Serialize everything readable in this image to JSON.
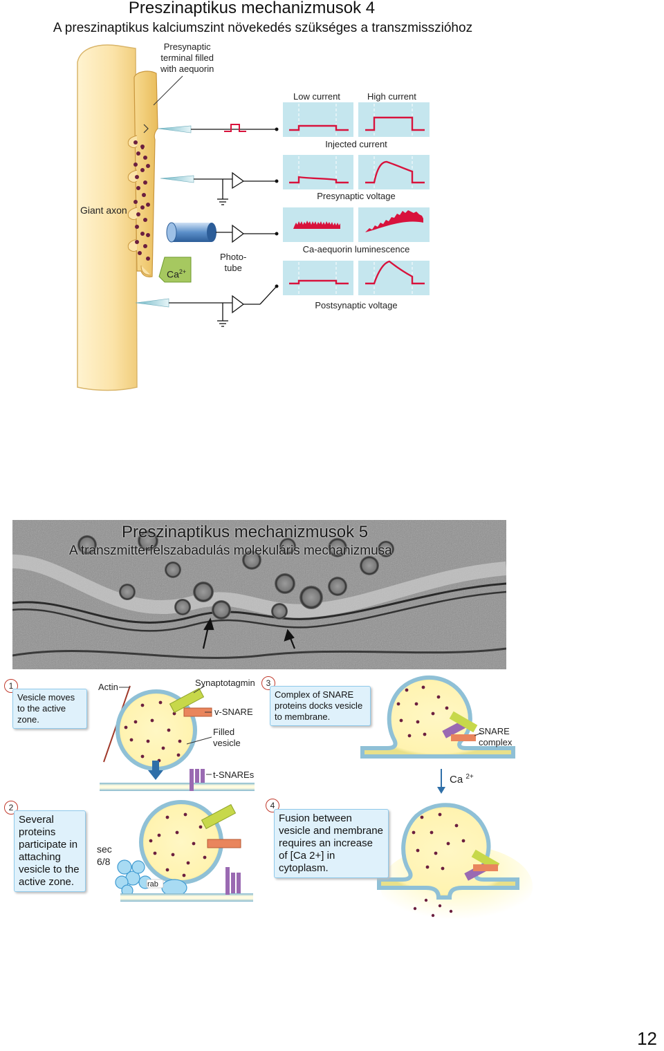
{
  "page": {
    "title1": "Preszinaptikus mechanizmusok 4",
    "subtitle1": "A preszinaptikus kalciumszint növekedés szükséges a transzmisszióhoz",
    "title2": "Preszinaptikus mechanizmusok 5",
    "subtitle2": "A transzmitterfelszabadulás molekuláris mechanizmusa",
    "page_number": "12"
  },
  "figure1": {
    "presynaptic_terminal": "Presynaptic\nterminal filled\nwith aequorin",
    "giant_axon": "Giant axon",
    "phototube": "Photo-\ntube",
    "ca_label": "Ca",
    "ca_sup": "2+",
    "low_current": "Low current",
    "high_current": "High current",
    "traces": [
      "Injected current",
      "Presynaptic voltage",
      "Ca-aequorin luminescence",
      "Postsynaptic voltage"
    ]
  },
  "figure2": {
    "step1_num": "1",
    "step1_text": "Vesicle moves to the active zone.",
    "step2_num": "2",
    "step2_text": "Several proteins participate in attaching vesicle to the active zone.",
    "step3_num": "3",
    "step3_text": "Complex of SNARE proteins docks vesicle to membrane.",
    "step4_num": "4",
    "step4_text": "Fusion between vesicle and membrane requires an increase of [Ca 2+] in cytoplasm.",
    "actin": "Actin",
    "synaptotagmin": "Synaptotagmin",
    "v_snare": "v-SNARE",
    "filled_vesicle": "Filled\nvesicle",
    "t_snares": "t-SNAREs",
    "sec": "sec\n6/8",
    "rab": "rab",
    "snare_complex": "SNARE\ncomplex",
    "ca2": "Ca",
    "ca2_sup": "2+"
  },
  "colors": {
    "axon_fill": "#fbe6b0",
    "axon_stroke": "#d9b56a",
    "trace_bg": "#c5e6ee",
    "trace_red": "#d8123c",
    "vesicle_dot": "#6b1f3f",
    "callout_bg": "#dff1fb",
    "callout_border": "#8fc9ea"
  }
}
